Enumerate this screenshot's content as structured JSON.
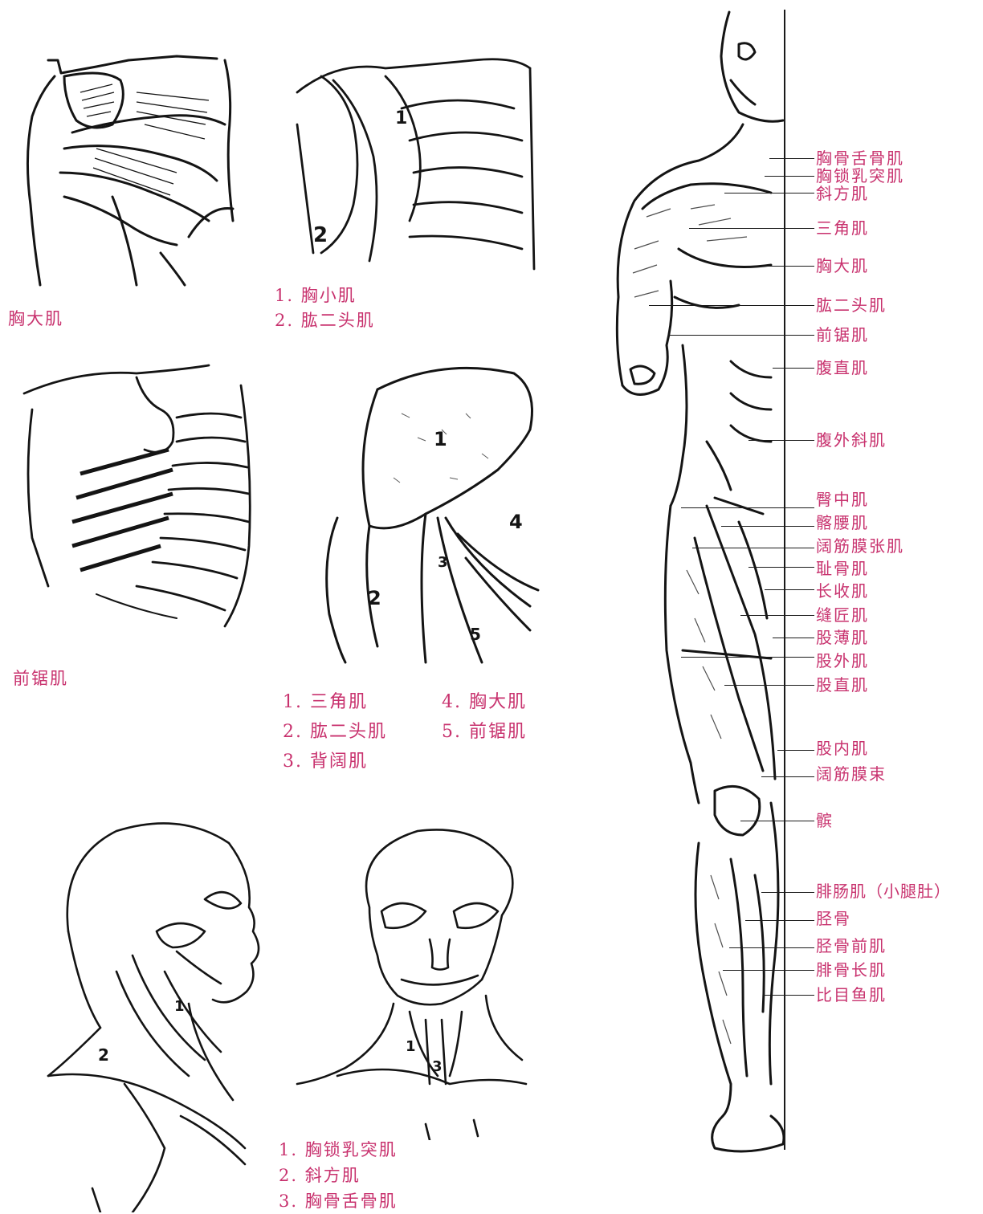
{
  "colors": {
    "caption": "#c8326e",
    "ink": "#141414",
    "background": "#ffffff"
  },
  "panel_pec": {
    "caption": "胸大肌"
  },
  "panel_pec_minor": {
    "captions": [
      "1. 胸小肌",
      "2. 肱二头肌"
    ],
    "numbers": [
      "1",
      "2"
    ]
  },
  "panel_serratus": {
    "caption": "前锯肌"
  },
  "panel_shoulder": {
    "captions": [
      "1. 三角肌",
      "4. 胸大肌",
      "2. 肱二头肌",
      "5. 前锯肌",
      "3. 背阔肌"
    ],
    "numbers": [
      "1",
      "2",
      "3",
      "4",
      "5"
    ]
  },
  "panel_neck_side": {
    "numbers": [
      "1",
      "2"
    ]
  },
  "panel_neck_front": {
    "numbers": [
      "1",
      "3"
    ]
  },
  "neck_captions": [
    "1. 胸锁乳突肌",
    "2. 斜方肌",
    "3. 胸骨舌骨肌"
  ],
  "full_figure_labels": [
    "胸骨舌骨肌",
    "胸锁乳突肌",
    "斜方肌",
    "三角肌",
    "胸大肌",
    "肱二头肌",
    "前锯肌",
    "腹直肌",
    "腹外斜肌",
    "臀中肌",
    "髂腰肌",
    "阔筋膜张肌",
    "耻骨肌",
    "长收肌",
    "缝匠肌",
    "股薄肌",
    "股外肌",
    "股直肌",
    "股内肌",
    "阔筋膜束",
    "髌",
    "腓肠肌（小腿肚）",
    "胫骨",
    "胫骨前肌",
    "腓骨长肌",
    "比目鱼肌"
  ]
}
